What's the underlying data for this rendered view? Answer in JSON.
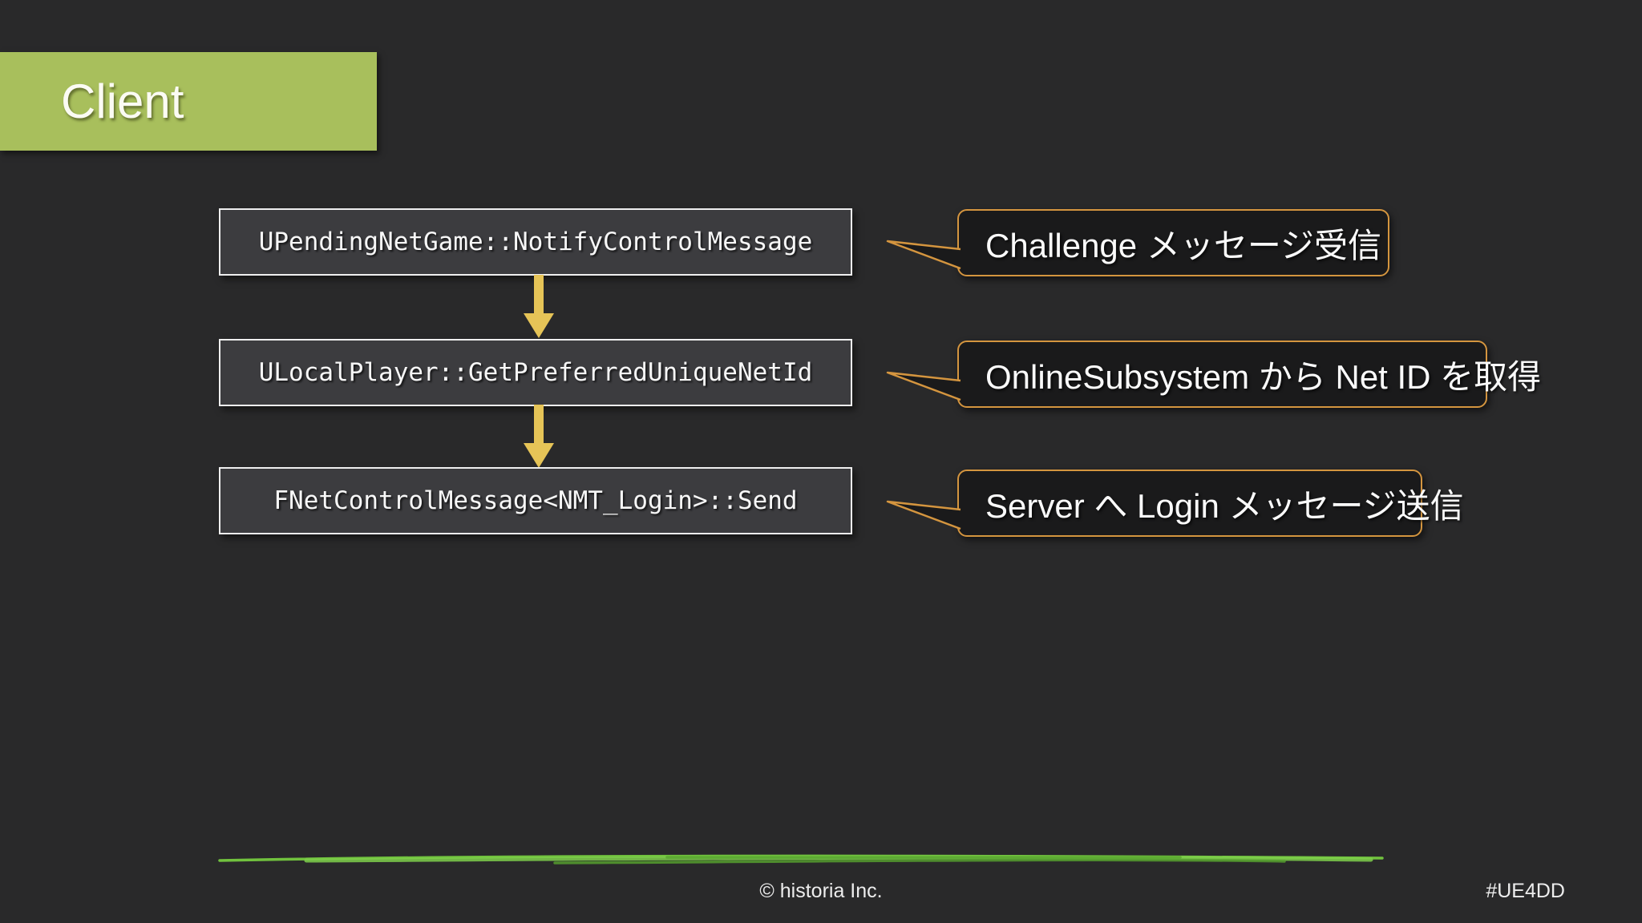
{
  "theme": {
    "bg": "#29292a",
    "header_green": "#a8bf5c",
    "header_text": "#fbfbf3",
    "node_fill": "#3c3c3f",
    "node_border": "#efefef",
    "node_text": "#f7f7f7",
    "arrow_yellow": "#e6c457",
    "note_fill": "#1a1a1b",
    "note_border": "#d4953f",
    "note_text": "#fafafa",
    "divider_green": "#71c23e",
    "divider_green_light": "#7ecf4b",
    "divider_green_dark": "#58a52e",
    "footer_text": "#ededed"
  },
  "header": {
    "label": "Client"
  },
  "flow": {
    "nodes": [
      {
        "code": "UPendingNetGame::NotifyControlMessage",
        "note": "Challenge メッセージ受信"
      },
      {
        "code": "ULocalPlayer::GetPreferredUniqueNetId",
        "note": "OnlineSubsystem から Net ID を取得"
      },
      {
        "code": "FNetControlMessage<NMT_Login>::Send",
        "note": "Server へ Login メッセージ送信"
      }
    ]
  },
  "footer": {
    "copyright": "© historia Inc.",
    "hashtag": "#UE4DD"
  }
}
